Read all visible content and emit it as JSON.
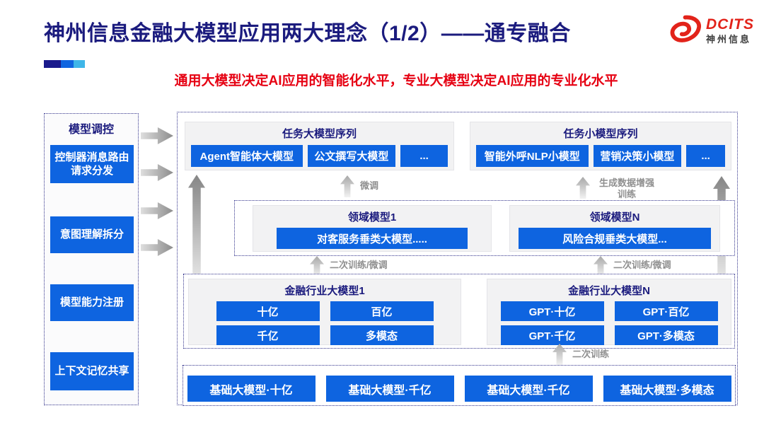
{
  "slide": {
    "title": "神州信息金融大模型应用两大理念（1/2）——通专融合",
    "subtitle": "通用大模型决定AI应用的智能化水平，专业大模型决定AI应用的专业化水平"
  },
  "logo": {
    "brand": "DCITS",
    "brand_cn": "神州信息"
  },
  "sidebar": {
    "title": "模型调控",
    "items": [
      {
        "label": "控制器消息路由请求分发"
      },
      {
        "label": "意图理解拆分"
      },
      {
        "label": "模型能力注册"
      },
      {
        "label": "上下文记忆共享"
      }
    ]
  },
  "task_large": {
    "title": "任务大模型序列",
    "items": [
      "Agent智能体大模型",
      "公文撰写大模型",
      "..."
    ]
  },
  "task_small": {
    "title": "任务小模型序列",
    "items": [
      "智能外呼NLP小模型",
      "营销决策小模型",
      "..."
    ]
  },
  "arrows": {
    "fine_tune": "微调",
    "gen_augment": "生成数据增强训练",
    "retrain_ft_left": "二次训练/微调",
    "retrain_ft_right": "二次训练/微调",
    "retrain": "二次训练"
  },
  "domain_models": [
    {
      "title": "领域模型1",
      "model": "对客服务垂类大模型....."
    },
    {
      "title": "领域模型N",
      "model": "风险合规垂类大模型..."
    }
  ],
  "industry_models": [
    {
      "title": "金融行业大模型1",
      "items": [
        "十亿",
        "百亿",
        "千亿",
        "多模态"
      ]
    },
    {
      "title": "金融行业大模型N",
      "items": [
        "GPT·十亿",
        "GPT·百亿",
        "GPT·千亿",
        "GPT·多模态"
      ]
    }
  ],
  "base_models": {
    "items": [
      "基础大模型·十亿",
      "基础大模型·千亿",
      "基础大模型·千亿",
      "基础大模型·多模态"
    ]
  },
  "colors": {
    "accent_blue": "#0E64E0",
    "title_navy": "#1B1B7E",
    "subtitle_red": "#E60012",
    "logo_red": "#E2231A",
    "panel_gray": "#F2F2F3",
    "arrow_gray": "#8F8F8F"
  }
}
